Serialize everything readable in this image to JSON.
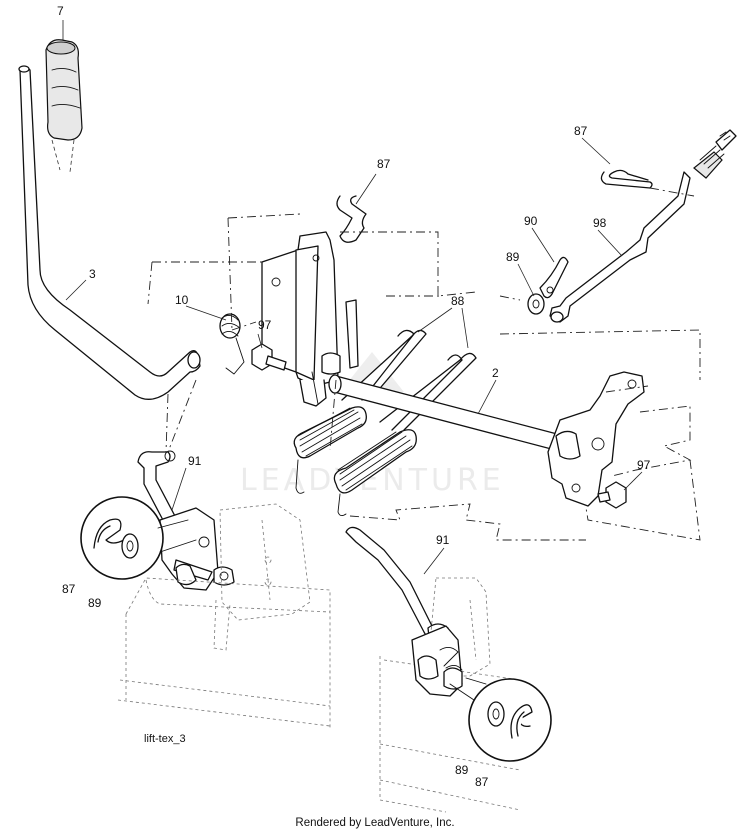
{
  "diagram": {
    "code": "lift-tex_3",
    "credit": "Rendered by LeadVenture, Inc.",
    "watermark": "LEADVENTURE"
  },
  "callouts": [
    {
      "id": "c7",
      "label": "7"
    },
    {
      "id": "c3",
      "label": "3"
    },
    {
      "id": "c10",
      "label": "10"
    },
    {
      "id": "c97a",
      "label": "97"
    },
    {
      "id": "c87a",
      "label": "87"
    },
    {
      "id": "c88",
      "label": "88"
    },
    {
      "id": "c2",
      "label": "2"
    },
    {
      "id": "c87b",
      "label": "87"
    },
    {
      "id": "c90",
      "label": "90"
    },
    {
      "id": "c98",
      "label": "98"
    },
    {
      "id": "c89a",
      "label": "89"
    },
    {
      "id": "c97b",
      "label": "97"
    },
    {
      "id": "c91a",
      "label": "91"
    },
    {
      "id": "c87c",
      "label": "87"
    },
    {
      "id": "c89b",
      "label": "89"
    },
    {
      "id": "c91b",
      "label": "91"
    },
    {
      "id": "c89c",
      "label": "89"
    },
    {
      "id": "c87d",
      "label": "87"
    }
  ]
}
